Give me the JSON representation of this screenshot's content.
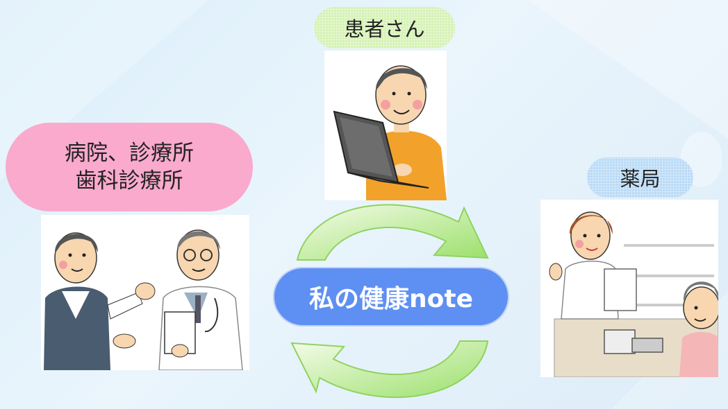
{
  "patient": {
    "label": "患者さん"
  },
  "hospital": {
    "label_line1": "病院、診療所",
    "label_line2": "歯科診療所"
  },
  "pharmacy": {
    "label": "薬局"
  },
  "center": {
    "label": "私の健康note"
  },
  "colors": {
    "patient_bg": "#d5f2b4",
    "hospital_bg": "#f9aacd",
    "pharmacy_bg": "#b8daf7",
    "center_bg": "#5e8ff2",
    "arrow": "#9be06a"
  },
  "icons": {
    "patient": "person-with-laptop-illustration",
    "hospital": "doctor-and-patient-illustration",
    "pharmacy": "pharmacist-and-customer-illustration"
  }
}
